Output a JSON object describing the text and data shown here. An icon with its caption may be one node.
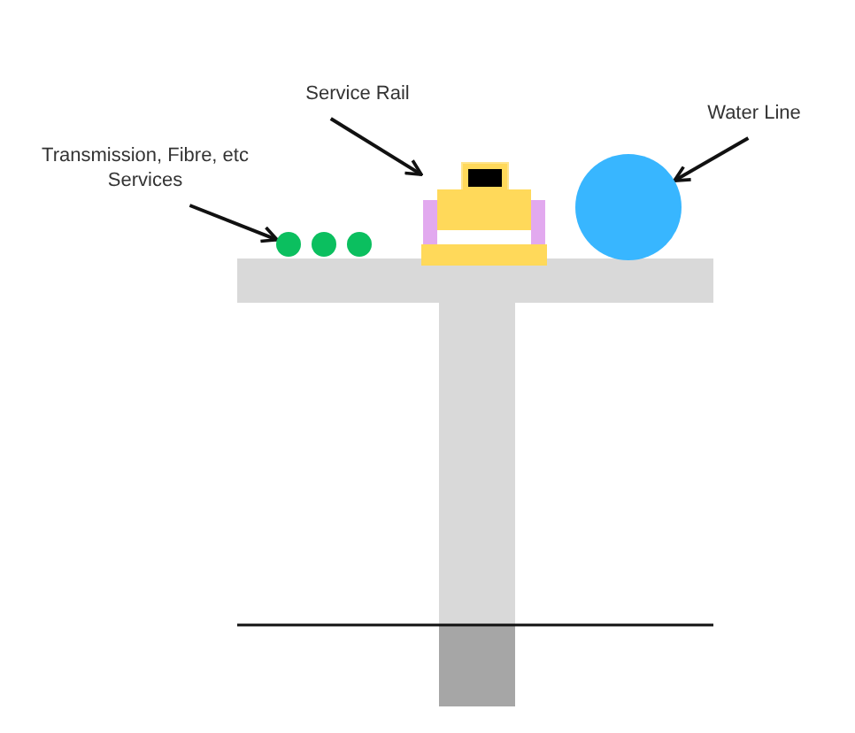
{
  "diagram": {
    "nodes": [
      {
        "text": [
          "Transmission, Fibre, etc Services"
        ]
      },
      {
        "text": [],
        "shape": "circle"
      },
      {
        "text": [],
        "shape": "circle"
      },
      {
        "text": [],
        "shape": "circle"
      },
      {
        "text": [
          "Service Rail"
        ]
      },
      {
        "text": [],
        "shape": "picture"
      },
      {
        "text": [
          "Water Line"
        ]
      },
      {
        "text": [],
        "shape": "circle"
      }
    ],
    "edges": [
      {
        "from": 0,
        "to": 1,
        "arrow": "to"
      },
      {
        "from": 4,
        "to": 5,
        "arrow": "to"
      },
      {
        "from": 6,
        "to": 7,
        "arrow": "to"
      }
    ]
  }
}
